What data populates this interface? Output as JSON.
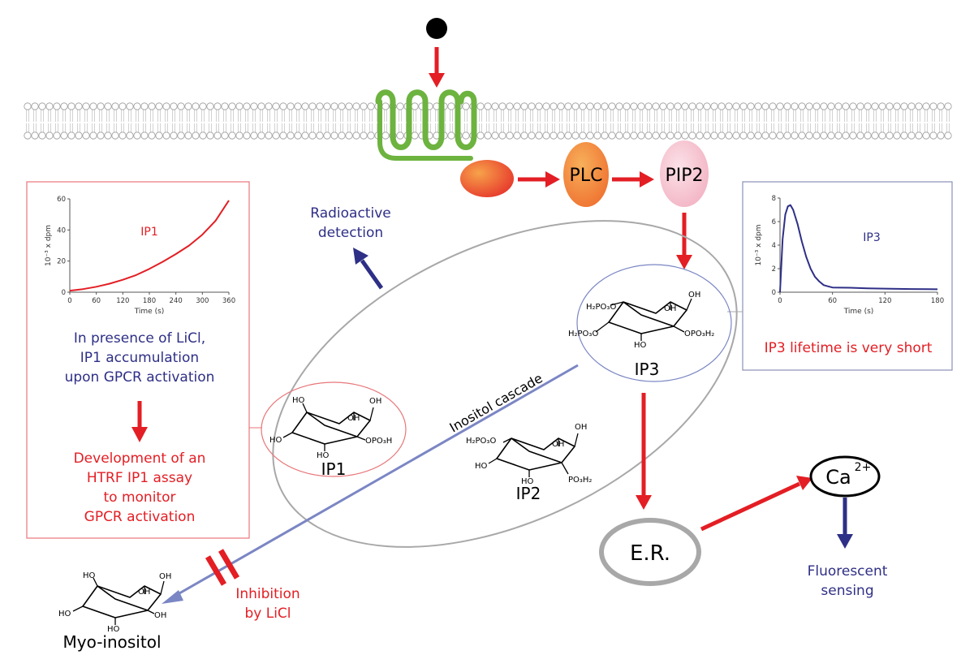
{
  "colors": {
    "red": "#e31e24",
    "navy": "#2e2f86",
    "green": "#6db33f",
    "gray": "#a8a8a8",
    "lightblue": "#7b86c4"
  },
  "nodes": {
    "plc": "PLC",
    "pip2": "PIP2",
    "er": "E.R.",
    "ca": "Ca",
    "ca_charge": "2+"
  },
  "labels": {
    "radioactive": [
      "Radioactive",
      "detection"
    ],
    "inositol_cascade": "Inositol cascade",
    "fluorescent": [
      "Fluorescent",
      "sensing"
    ],
    "inhibition": [
      "Inhibition",
      "by LiCl"
    ],
    "myo_inositol": "Myo-inositol",
    "ip1_mol": "IP1",
    "ip2_mol": "IP2",
    "ip3_mol": "IP3"
  },
  "left_panel": {
    "text1": [
      "In presence of LiCl,",
      "IP1 accumulation",
      "upon GPCR activation"
    ],
    "text2": [
      "Development of an",
      "HTRF IP1 assay",
      "to monitor",
      "GPCR activation"
    ]
  },
  "right_panel": {
    "text": "IP3 lifetime is very short"
  },
  "chart_data": [
    {
      "type": "line",
      "title": "IP1",
      "xlabel": "Time (s)",
      "ylabel": "10⁻³ x dpm",
      "xlim": [
        0,
        360
      ],
      "ylim": [
        0,
        60
      ],
      "xticks": [
        0,
        60,
        120,
        180,
        240,
        300,
        360
      ],
      "yticks": [
        0,
        20,
        40,
        60
      ],
      "series": [
        {
          "x": [
            0,
            30,
            60,
            90,
            120,
            150,
            180,
            210,
            240,
            270,
            300,
            330,
            360
          ],
          "y": [
            1,
            2,
            3.5,
            5.5,
            8,
            11,
            15,
            19.5,
            24.5,
            30,
            37,
            46,
            59
          ]
        }
      ]
    },
    {
      "type": "line",
      "title": "IP3",
      "xlabel": "Time (s)",
      "ylabel": "10⁻³ x dpm",
      "xlim": [
        0,
        180
      ],
      "ylim": [
        0,
        8
      ],
      "xticks": [
        0,
        60,
        120,
        180
      ],
      "yticks": [
        0,
        2,
        4,
        6,
        8
      ],
      "series": [
        {
          "x": [
            0,
            3,
            6,
            9,
            12,
            15,
            20,
            25,
            30,
            35,
            40,
            45,
            50,
            55,
            60,
            80,
            100,
            120,
            150,
            180
          ],
          "y": [
            0,
            4.5,
            6.6,
            7.3,
            7.4,
            7.0,
            5.8,
            4.3,
            3.0,
            2.0,
            1.3,
            0.9,
            0.6,
            0.5,
            0.4,
            0.38,
            0.33,
            0.3,
            0.27,
            0.25
          ]
        }
      ]
    }
  ]
}
